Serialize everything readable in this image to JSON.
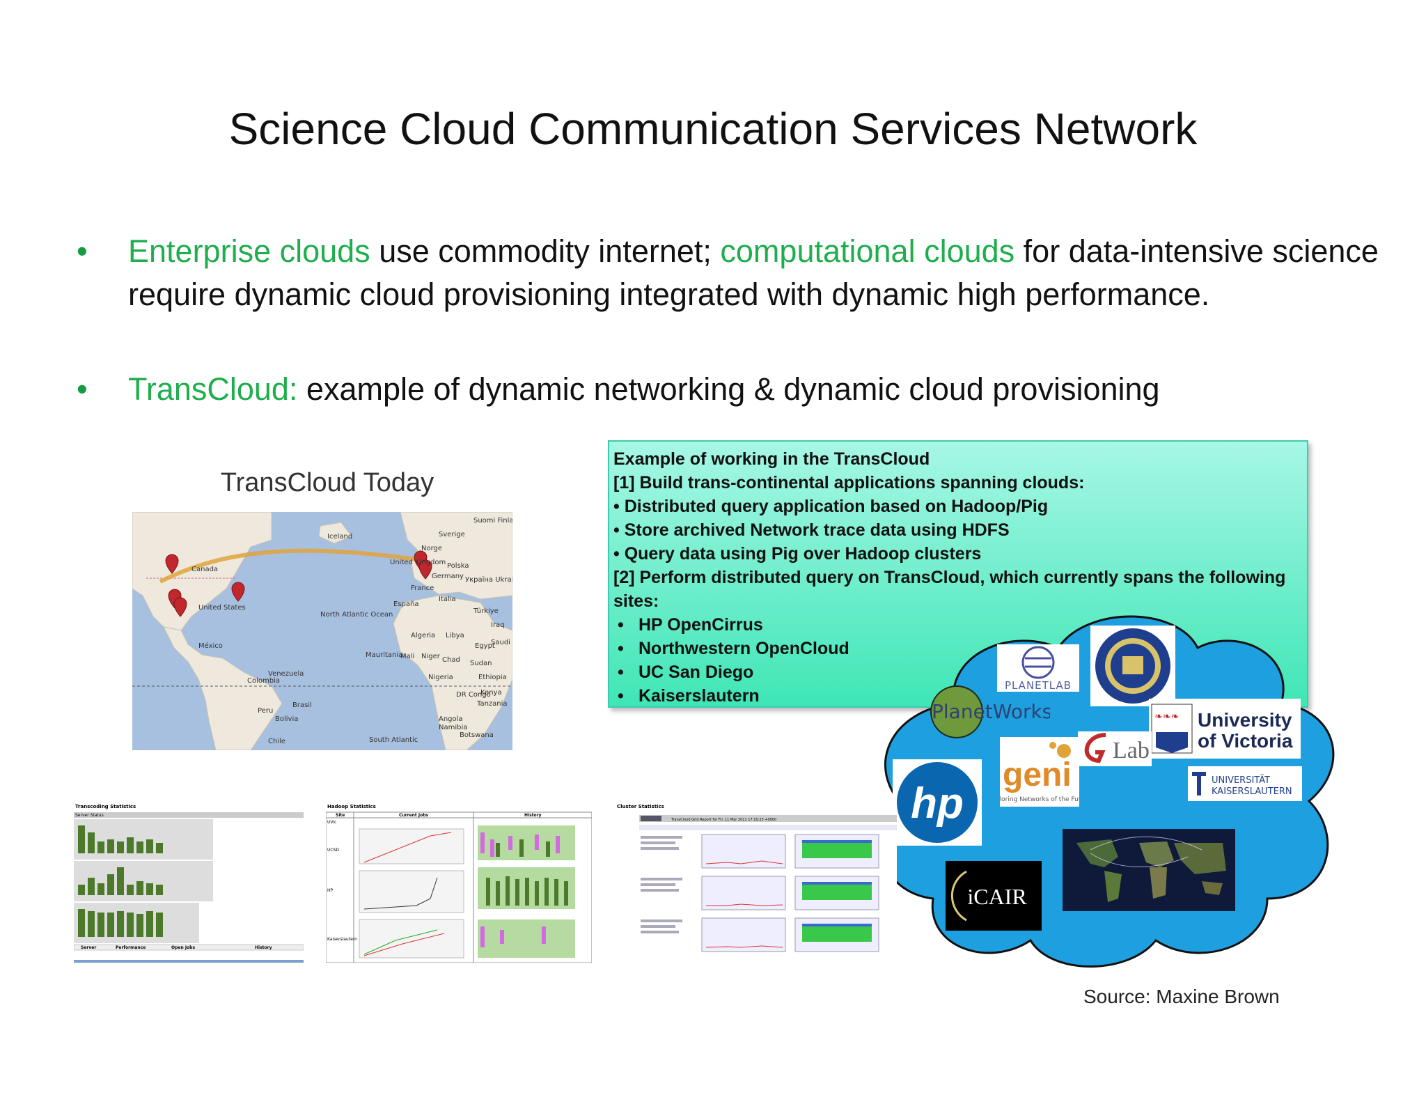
{
  "slide": {
    "title": "Science Cloud Communication Services Network",
    "bullets": [
      {
        "marker": "•",
        "hl1": "Enterprise clouds",
        "t1": " use commodity internet; ",
        "hl2": "computational clouds",
        "t2": " for data-intensive science require dynamic cloud provisioning integrated with dynamic high performance."
      },
      {
        "marker": "•",
        "hl1": "TransCloud:",
        "t1": " example of dynamic networking & dynamic cloud provisioning"
      }
    ],
    "map": {
      "title": "TransCloud Today",
      "labels": [
        "Canada",
        "United States",
        "México",
        "Venezuela",
        "Colombia",
        "Peru",
        "Bolivia",
        "Brasil",
        "Chile",
        "North Atlantic Ocean",
        "South Atlantic",
        "Iceland",
        "United Kingdom",
        "France",
        "España",
        "Germany",
        "Polska",
        "Sverige",
        "Suomi Finland",
        "Norge",
        "Italia",
        "Algeria",
        "Libya",
        "Egypt",
        "Mali",
        "Niger",
        "Chad",
        "Sudan",
        "Nigeria",
        "Ethiopia",
        "Kenya",
        "Tanzania",
        "Angola",
        "Namibia",
        "Botswana",
        "Türkiye",
        "Iraq",
        "Saudi Arabia",
        "Mauritania",
        "DR Congo",
        "Україна Ukraine"
      ]
    },
    "infobox": {
      "lines": [
        "Example of working in the TransCloud",
        "[1] Build trans-continental applications spanning clouds:",
        "• Distributed query application based on Hadoop/Pig",
        "• Store archived Network trace data using HDFS",
        "• Query data using Pig over Hadoop clusters",
        "[2] Perform distributed query on TransCloud, which currently spans the following sites:"
      ],
      "sites": [
        "HP OpenCirrus",
        "Northwestern OpenCloud",
        "UC San Diego",
        "Kaiserslautern"
      ]
    },
    "screenshots": [
      {
        "title": "Transcoding Statistics",
        "subtitle": "Server Status",
        "columns": [
          "Server",
          "Performance",
          "Open Jobs",
          "History"
        ]
      },
      {
        "title": "Hadoop Statistics",
        "columns": [
          "Site",
          "Current Jobs",
          "History"
        ],
        "rows": [
          "UVic",
          "UCSD",
          "HP",
          "Kaiserslautern"
        ]
      },
      {
        "title": "Cluster Statistics",
        "subtitle": "TransCloud Grid Report for Fri, 11 Mar 2011 17:10:23 +0000"
      }
    ],
    "logos": {
      "planetlab": "PLANETLAB",
      "planetworks": "PlanetWorks",
      "uvic_line1": "University",
      "uvic_line2": "of Victoria",
      "glab": "Lab",
      "geni": "geni",
      "geni_tag": "Exploring Networks of the Future",
      "hp": "hp",
      "kl_line1": "UNIVERSITÄT",
      "kl_line2": "KAISERSLAUTERN",
      "icair": "iCAIR"
    },
    "source": "Source: Maxine Brown",
    "colors": {
      "accent_green": "#1fae4d",
      "box_top": "#a7f7e5",
      "box_bottom": "#3fe6b5",
      "cloud_blue": "#1d9fe0"
    }
  }
}
